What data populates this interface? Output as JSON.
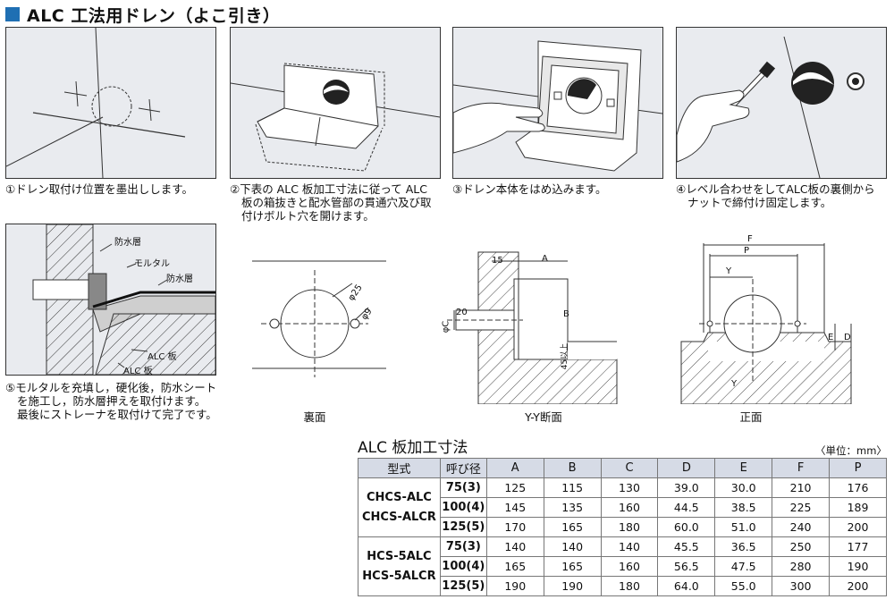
{
  "header": {
    "title": "ALC 工法用ドレン（よこ引き）"
  },
  "colors": {
    "accent": "#1f6fb3",
    "panel_bg": "#e9ebef",
    "table_header_bg": "#d6dbe6"
  },
  "steps": [
    {
      "lines": [
        "①ドレン取付け位置を墨出しします。"
      ]
    },
    {
      "lines": [
        "②下表の ALC 板加工寸法に従って ALC",
        "板の箱抜きと配水管部の貫通穴及び取",
        "付けボルト穴を開けます。"
      ]
    },
    {
      "lines": [
        "③ドレン本体をはめ込みます。"
      ]
    },
    {
      "lines": [
        "④レベル合わせをしてALC板の裏側から",
        "ナットで締付け固定します。"
      ]
    },
    {
      "lines": [
        "⑤モルタルを充填し，硬化後，防水シート",
        "を施工し，防水層押えを取付けます。",
        "最後にストレーナを取付けて完了です。"
      ]
    }
  ],
  "section_labels": {
    "waterproof_top": "防水層",
    "mortar": "モルタル",
    "waterproof_mid": "防水層",
    "alc_board_1": "ALC 板",
    "alc_board_2": "ALC 板"
  },
  "drawings": {
    "back": {
      "caption": "裏面",
      "phi25": "φ25",
      "phi9": "φ9"
    },
    "yy": {
      "caption": "Y-Y断面",
      "d15": "15",
      "dA": "A",
      "dB": "B",
      "d20": "20",
      "dC": "φC",
      "d45": "45以上"
    },
    "front": {
      "caption": "正面",
      "dF": "F",
      "dP": "P",
      "dY": "Y",
      "dE": "E",
      "dD": "D",
      "dY2": "Y"
    }
  },
  "table": {
    "title": "ALC 板加工寸法",
    "unit": "〈単位：mm〉",
    "headers": [
      "型式",
      "呼び径",
      "A",
      "B",
      "C",
      "D",
      "E",
      "F",
      "P"
    ],
    "groups": [
      {
        "models": [
          "CHCS-ALC",
          "CHCS-ALCR"
        ],
        "rows": [
          [
            "75(3)",
            "125",
            "115",
            "130",
            "39.0",
            "30.0",
            "210",
            "176"
          ],
          [
            "100(4)",
            "145",
            "135",
            "160",
            "44.5",
            "38.5",
            "225",
            "189"
          ],
          [
            "125(5)",
            "170",
            "165",
            "180",
            "60.0",
            "51.0",
            "240",
            "200"
          ]
        ]
      },
      {
        "models": [
          "HCS-5ALC",
          "HCS-5ALCR"
        ],
        "rows": [
          [
            "75(3)",
            "140",
            "140",
            "140",
            "45.5",
            "36.5",
            "250",
            "177"
          ],
          [
            "100(4)",
            "165",
            "165",
            "160",
            "56.5",
            "47.5",
            "280",
            "190"
          ],
          [
            "125(5)",
            "190",
            "190",
            "180",
            "64.0",
            "55.0",
            "300",
            "200"
          ]
        ]
      }
    ]
  }
}
